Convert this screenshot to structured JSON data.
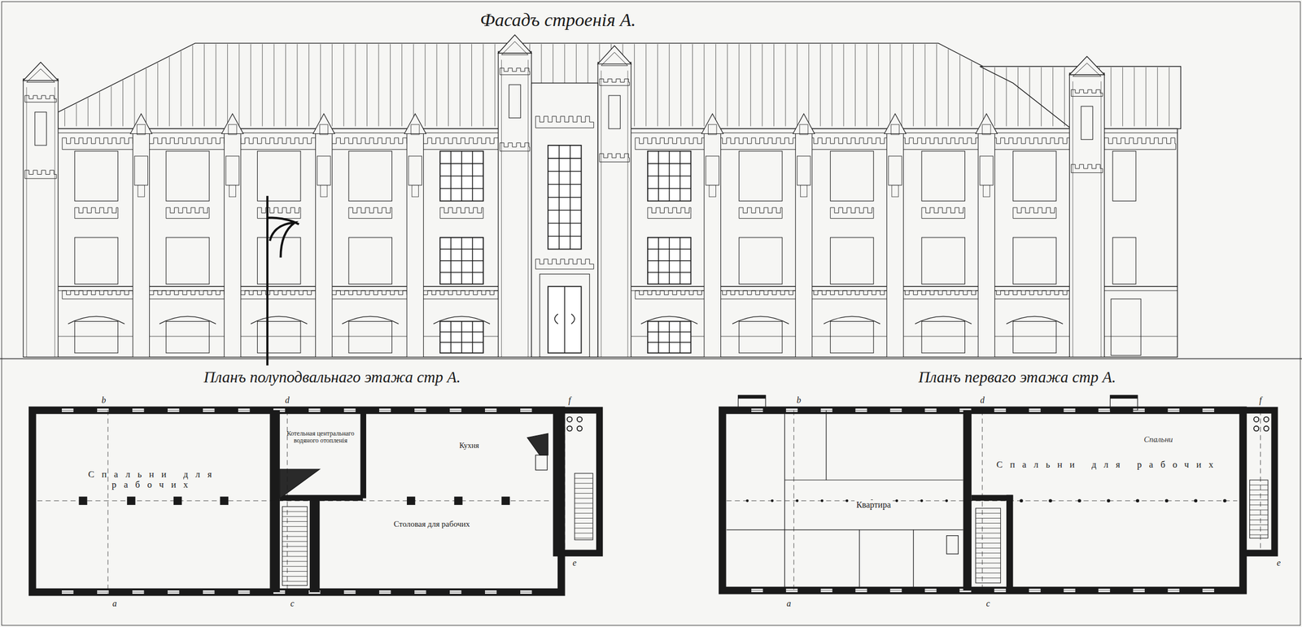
{
  "diagram": {
    "title": "Фасадъ строенія А.",
    "labels": [
      "Планъ полуподвальнаго этажа стр А.",
      "Планъ перваго этажа стр А.",
      "Спальни для рабочих",
      "Котельная центральнаго водяного отопленія",
      "Кухня",
      "Столовая для рабочих",
      "Квартира",
      "Спальни для рабочих",
      "Спальни",
      "b",
      "d",
      "f",
      "a",
      "c",
      "e",
      "b",
      "d",
      "f",
      "a",
      "c",
      "e"
    ]
  }
}
